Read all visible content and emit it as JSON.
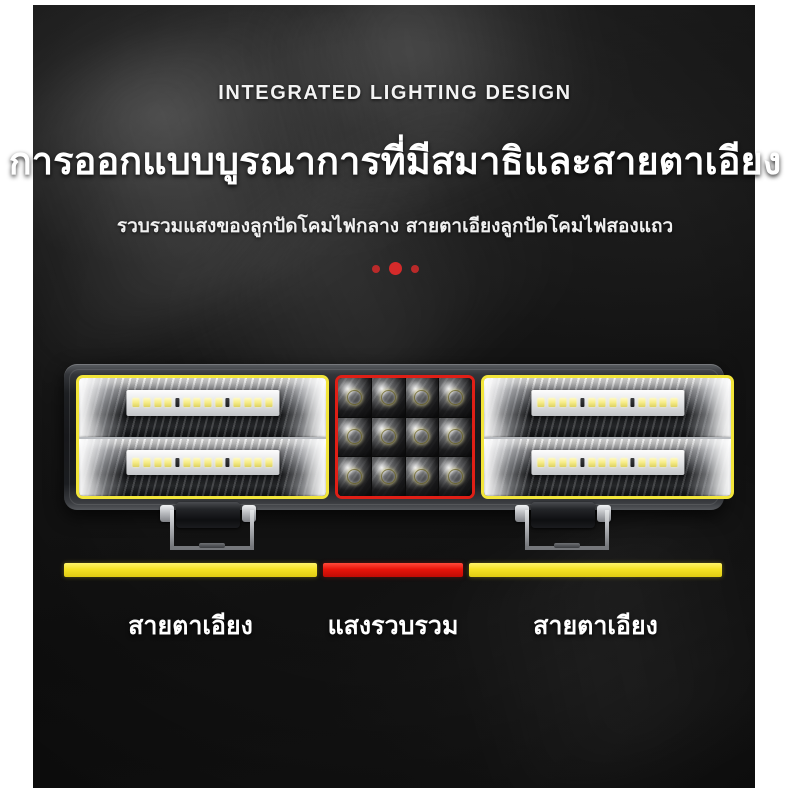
{
  "header": {
    "english_title": "INTEGRATED LIGHTING DESIGN",
    "thai_title": "การออกแบบบูรณาการที่มีสมาธิและสายตาเอียง",
    "thai_subtitle": "รวบรวมแสงของลูกปัดโคมไฟกลาง สายตาเอียงลูกปัดโคมไฟสองแถว"
  },
  "divider": {
    "dot_color": "#d42a2a",
    "dot_count": 3
  },
  "product": {
    "type": "led-work-light-bar",
    "sections": [
      {
        "id": "left",
        "accent_color": "#f2e53a",
        "led_style": "flood-smd-double-row",
        "rows": 2,
        "label": "สายตาเอียง"
      },
      {
        "id": "center",
        "accent_color": "#e01f16",
        "led_style": "spot-lens-grid",
        "grid_columns": 4,
        "grid_rows": 3,
        "label": "แสงรวบรวม"
      },
      {
        "id": "right",
        "accent_color": "#f2e53a",
        "led_style": "flood-smd-double-row",
        "rows": 2,
        "label": "สายตาเอียง"
      }
    ],
    "bracket_count": 2
  },
  "legend": {
    "bars": [
      {
        "color": "#f5e224",
        "label": "สายตาเอียง"
      },
      {
        "color": "#e8140a",
        "label": "แสงรวบรวม"
      },
      {
        "color": "#f5e224",
        "label": "สายตาเอียง"
      }
    ]
  },
  "theme": {
    "background": "#141414",
    "text_color": "#ffffff",
    "accent_yellow": "#f2e53a",
    "accent_red": "#e01f16"
  }
}
